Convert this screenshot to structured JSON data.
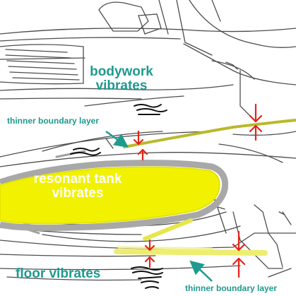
{
  "labels": {
    "bodywork_line1": "bodywork",
    "bodywork_line2": "vibrates",
    "thinner_upper": "thinner boundary layer",
    "tank_line1": "resonant tank",
    "tank_line2": "vibrates",
    "floor": "floor vibrates",
    "thinner_lower": "thinner boundary layer"
  },
  "colors": {
    "label_teal": "#1f9a8e",
    "highlight_yellow": "#f2f200",
    "boundary_olive": "#b9b92a",
    "arrow_red": "#e2231a",
    "sketch_gray": "#6a6a6a"
  }
}
